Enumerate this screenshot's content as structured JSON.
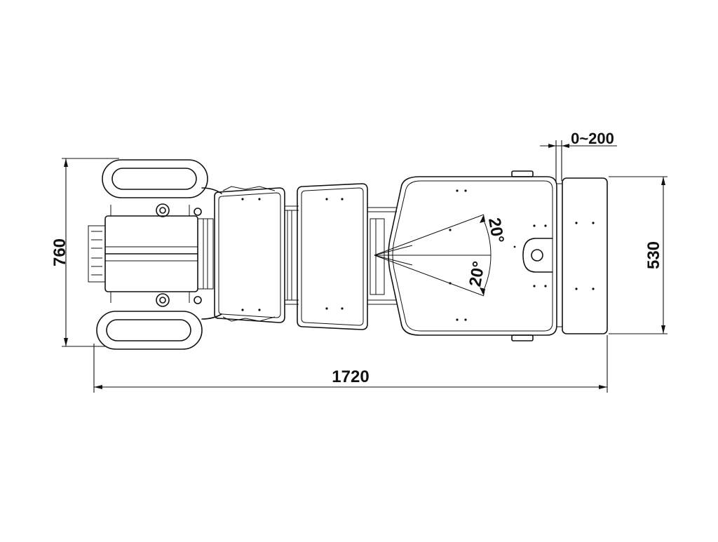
{
  "dimensions": {
    "total_length": "1720",
    "total_width": "760",
    "cushion_width": "530",
    "extension": "0~200"
  },
  "angles": {
    "upper": "20°",
    "lower": "20°"
  },
  "colors": {
    "line": "#111111",
    "background": "#ffffff"
  }
}
